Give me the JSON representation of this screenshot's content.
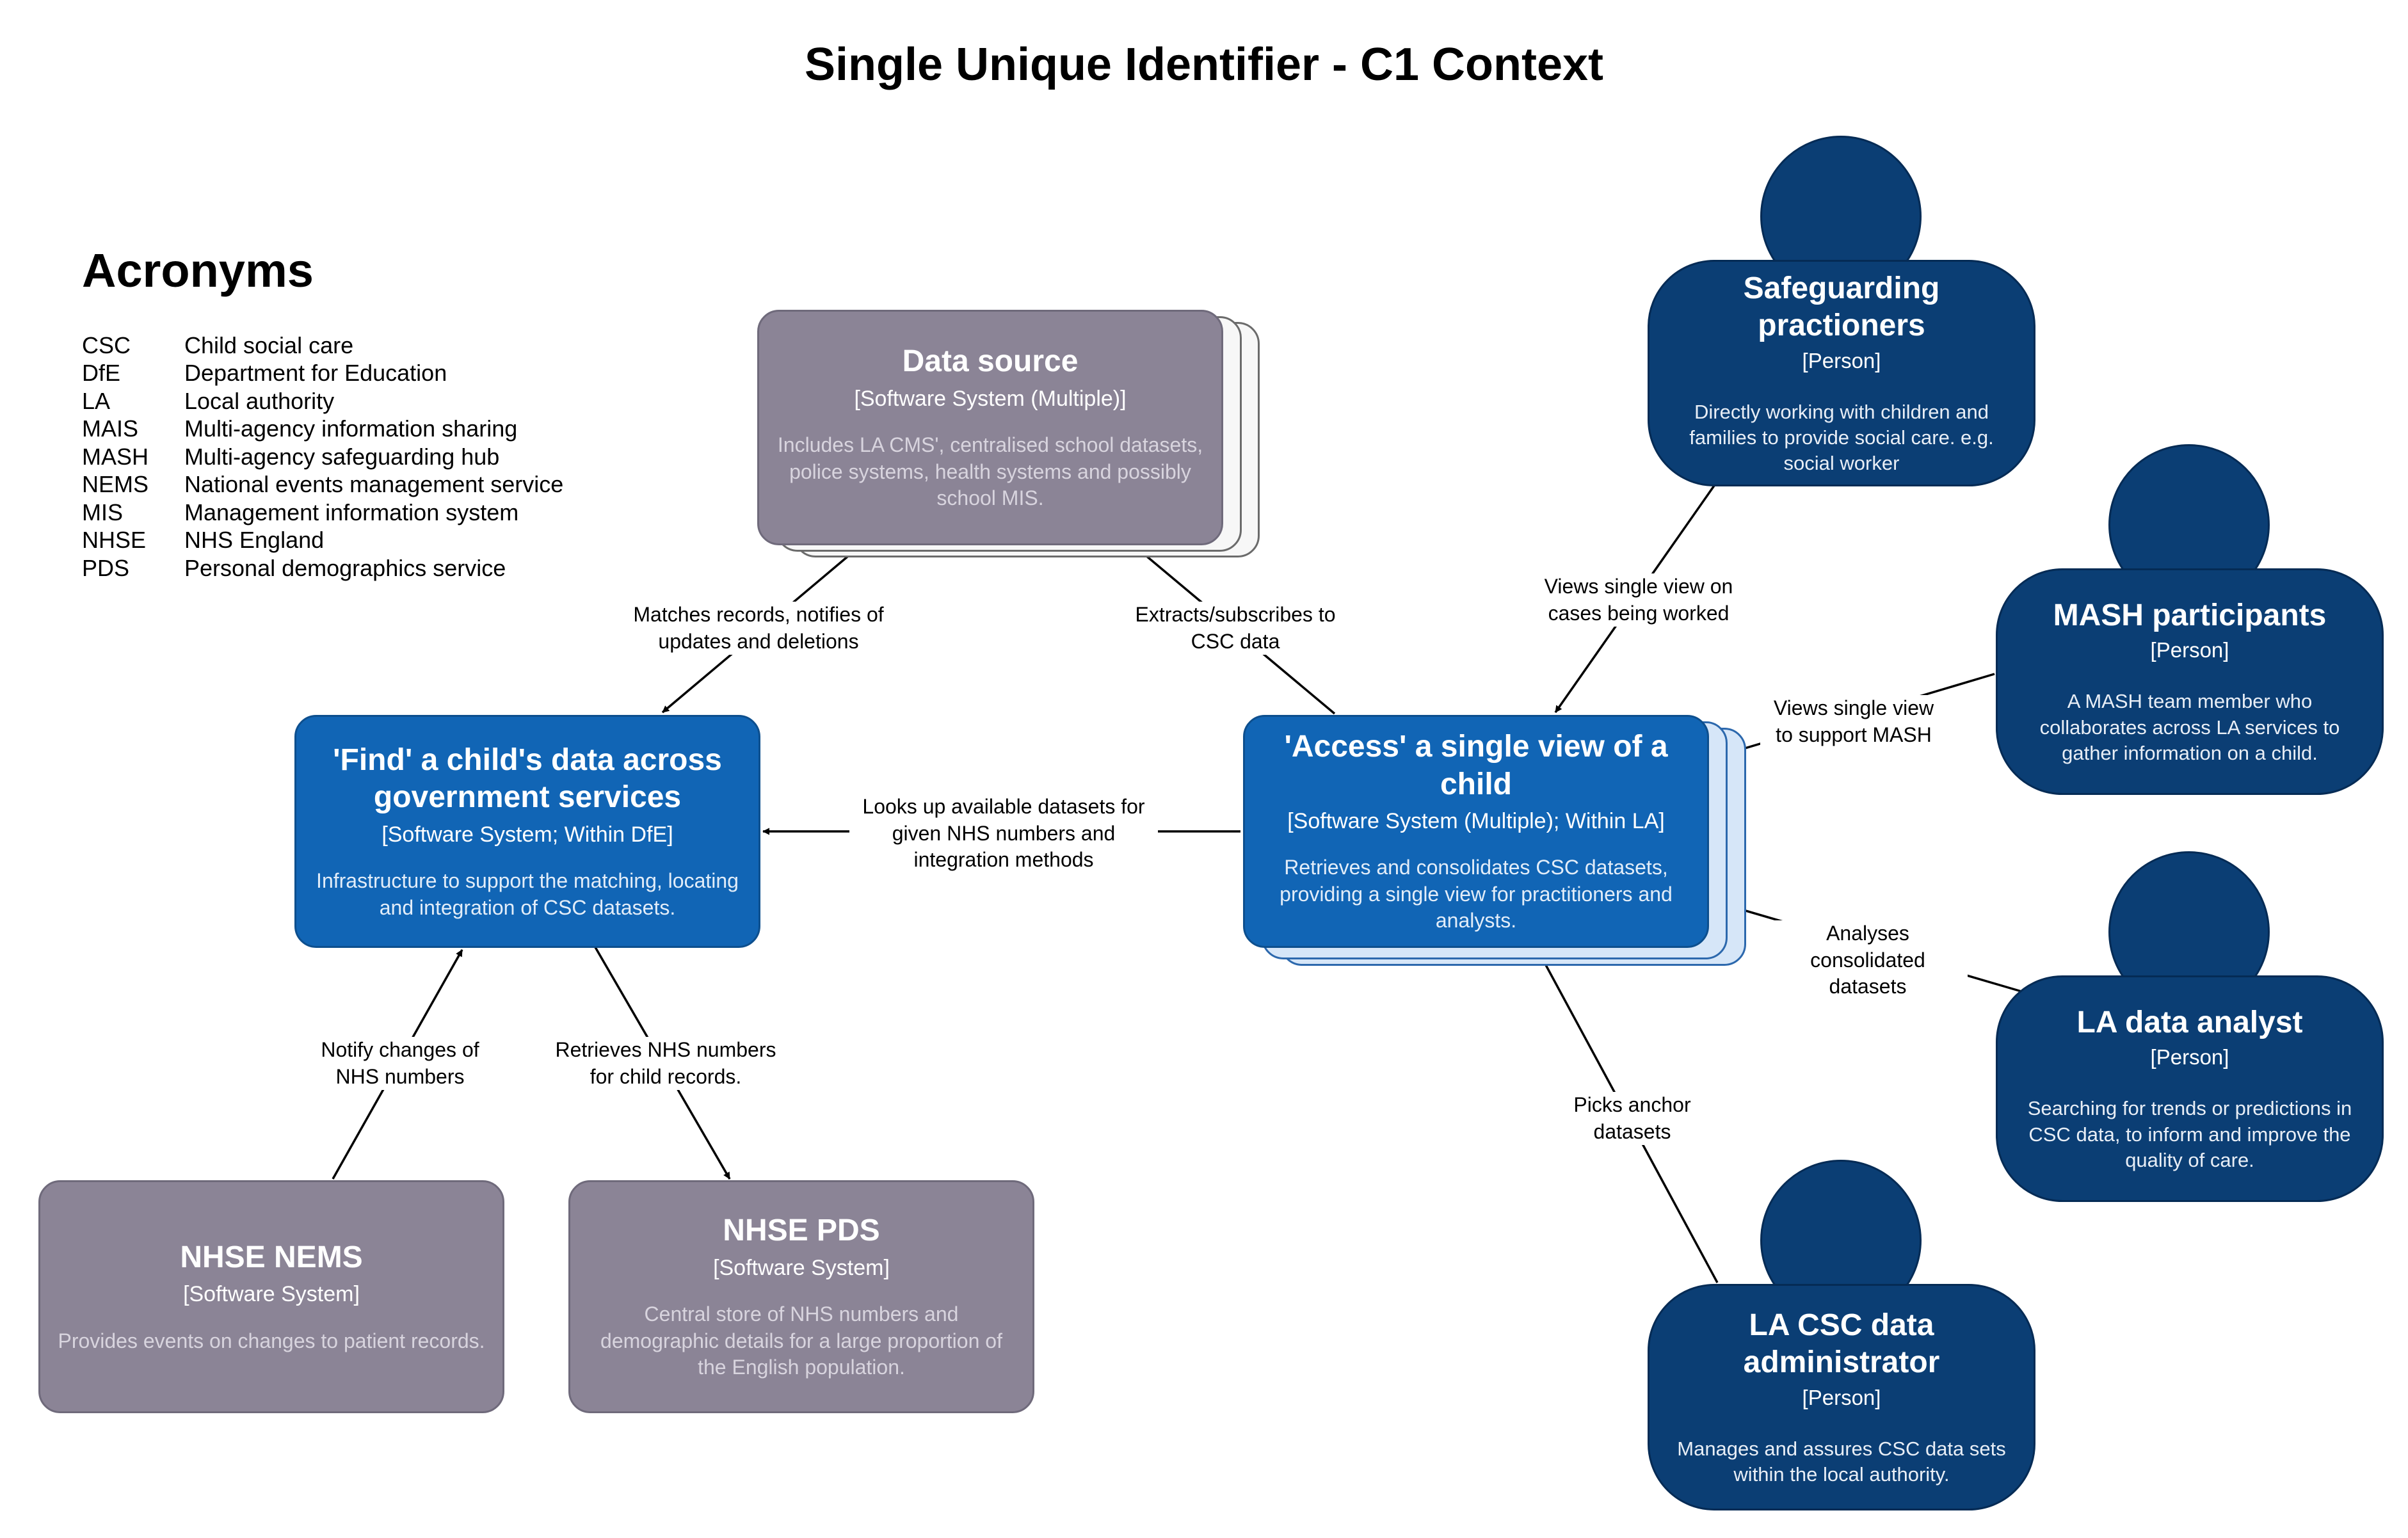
{
  "title": "Single Unique Identifier - C1 Context",
  "acronyms": {
    "heading": "Acronyms",
    "items": [
      {
        "abbr": "CSC",
        "definition": "Child social care"
      },
      {
        "abbr": "DfE",
        "definition": "Department for Education"
      },
      {
        "abbr": "LA",
        "definition": "Local authority"
      },
      {
        "abbr": "MAIS",
        "definition": "Multi-agency information sharing"
      },
      {
        "abbr": "MASH",
        "definition": "Multi-agency safeguarding hub"
      },
      {
        "abbr": "NEMS",
        "definition": "National events management service"
      },
      {
        "abbr": "MIS",
        "definition": "Management information system"
      },
      {
        "abbr": "NHSE",
        "definition": "NHS England"
      },
      {
        "abbr": "PDS",
        "definition": "Personal demographics service"
      }
    ]
  },
  "systems": {
    "data_source": {
      "name": "Data source",
      "type": "[Software System (Multiple)]",
      "description": "Includes LA CMS', centralised school datasets, police systems, health systems and possibly school MIS."
    },
    "find": {
      "name": "'Find' a child's data across government services",
      "type": "[Software System; Within DfE]",
      "description": "Infrastructure to support the matching, locating and integration of CSC datasets."
    },
    "access": {
      "name": "'Access' a single view of a child",
      "type": "[Software System (Multiple); Within LA]",
      "description": "Retrieves and consolidates CSC datasets, providing a single view for practitioners and analysts."
    },
    "nems": {
      "name": "NHSE NEMS",
      "type": "[Software System]",
      "description": "Provides events on changes to patient records."
    },
    "pds": {
      "name": "NHSE PDS",
      "type": "[Software System]",
      "description": "Central store of NHS numbers and demographic details for a large proportion of the English population."
    }
  },
  "persons": {
    "safeguarding": {
      "name": "Safeguarding practioners",
      "type": "[Person]",
      "description": "Directly working with children and families to provide social care. e.g. social worker"
    },
    "mash": {
      "name": "MASH participants",
      "type": "[Person]",
      "description": "A MASH team member who collaborates across LA services to gather information on a child."
    },
    "analyst": {
      "name": "LA data analyst",
      "type": "[Person]",
      "description": "Searching for trends or predictions in CSC data, to inform and improve the quality of care."
    },
    "admin": {
      "name": "LA CSC data administrator",
      "type": "[Person]",
      "description": "Manages and assures CSC data sets within the local authority."
    }
  },
  "relationships": {
    "matches": "Matches records, notifies of updates and deletions",
    "extracts": "Extracts/subscribes to CSC data",
    "looks_up": "Looks up available datasets for given NHS numbers and integration methods",
    "views_cases": "Views single view on cases being worked",
    "views_mash": "Views single view to support MASH",
    "analyses": "Analyses consolidated datasets",
    "picks": "Picks anchor datasets",
    "notify": "Notify changes of NHS numbers",
    "retrieves": "Retrieves NHS numbers for child records."
  },
  "colors": {
    "external_system": "#8b8496",
    "internal_system": "#1165b5",
    "person": "#0b3e74",
    "edge": "#000000"
  }
}
